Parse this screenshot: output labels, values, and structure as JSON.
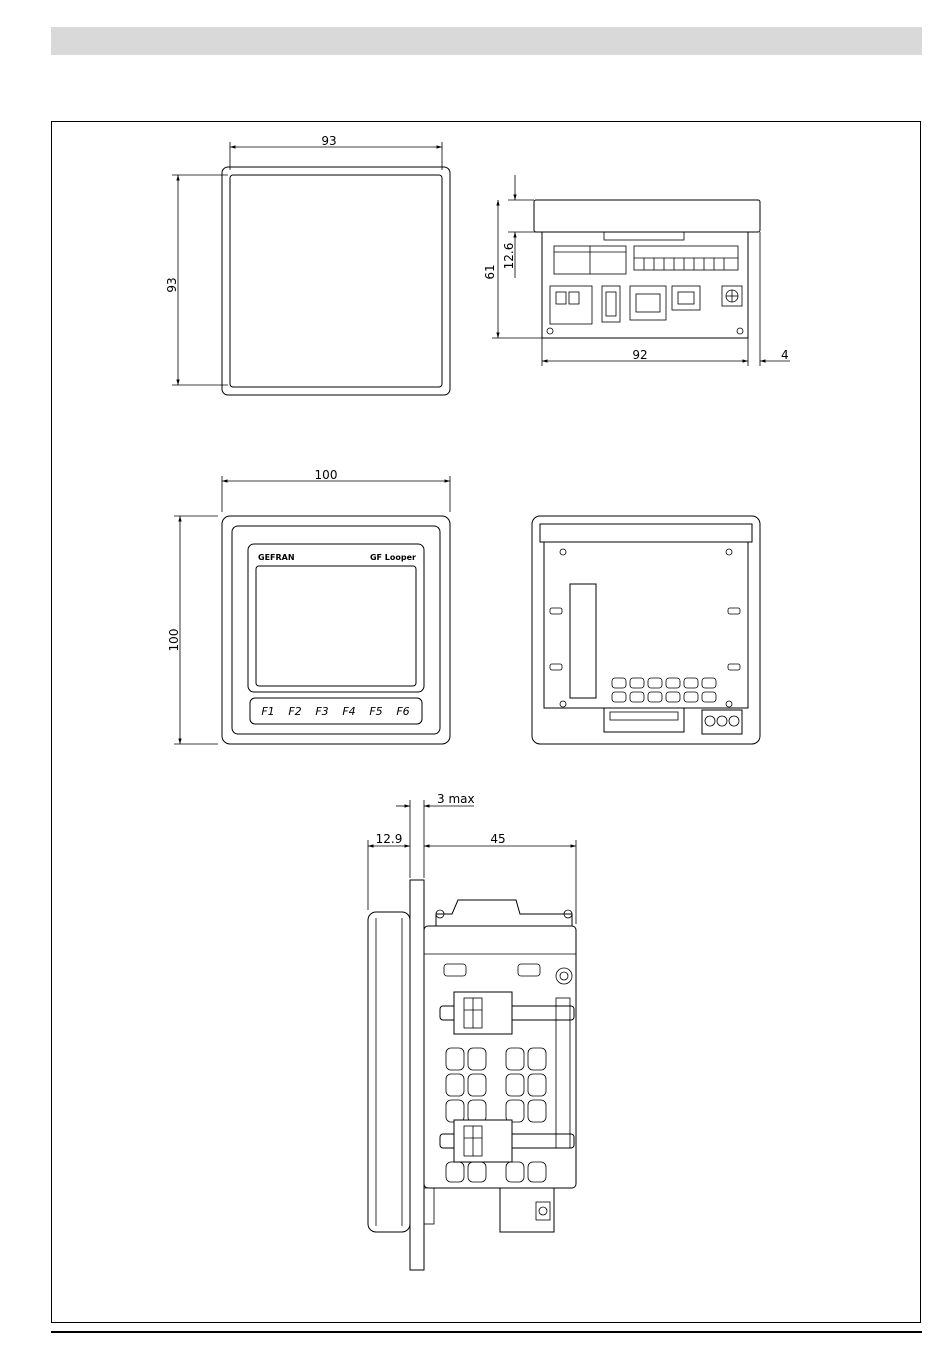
{
  "front_view": {
    "width_dim": "93",
    "height_dim": "93"
  },
  "top_view": {
    "flange_dim": "12.6",
    "height_dim": "61",
    "width_dim": "92",
    "margin_dim": "4"
  },
  "panel_view": {
    "width_dim": "100",
    "height_dim": "100",
    "brand_left": "GEFRAN",
    "brand_right": "GF Looper",
    "function_keys": [
      "F1",
      "F2",
      "F3",
      "F4",
      "F5",
      "F6"
    ]
  },
  "side_view": {
    "panel_thickness_dim": "3 max",
    "front_depth_dim": "12.9",
    "body_depth_dim": "45"
  }
}
